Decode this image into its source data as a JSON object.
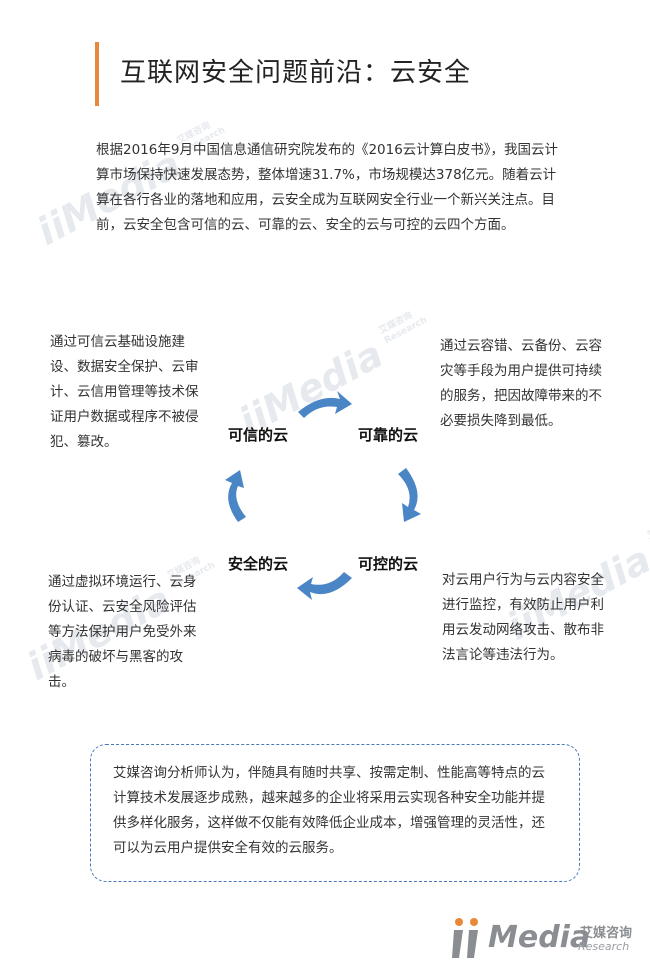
{
  "page": {
    "title": "互联网安全问题前沿：云安全",
    "intro": "根据2016年9月中国信息通信研究院发布的《2016云计算白皮书》，我国云计算市场保持快速发展态势，整体增速31.7%，市场规模达378亿元。随着云计算在各行各业的落地和应用，云安全成为互联网安全行业一个新兴关注点。目前，云安全包含可信的云、可靠的云、安全的云与可控的云四个方面。"
  },
  "cycle": {
    "nodes": {
      "trusted": "可信的云",
      "reliable": "可靠的云",
      "controllable": "可控的云",
      "secure": "安全的云"
    },
    "descriptions": {
      "trusted": "通过可信云基础设施建设、数据安全保护、云审计、云信用管理等技术保证用户数据或程序不被侵犯、篡改。",
      "reliable": "通过云容错、云备份、云容灾等手段为用户提供可持续的服务，把因故障带来的不必要损失降到最低。",
      "secure": "通过虚拟环境运行、云身份认证、云安全风险评估等方法保护用户免受外来病毒的破坏与黑客的攻击。",
      "controllable": "对云用户行为与云内容安全进行监控，有效防止用户利用云发动网络攻击、散布非法言论等违法行为。"
    },
    "arrow_color": "#4a86c5"
  },
  "note": {
    "text": "艾媒咨询分析师认为，伴随具有随时共享、按需定制、性能高等特点的云计算技术发展逐步成熟，越来越多的企业将采用云实现各种安全功能并提供多样化服务，这样做不仅能有效降低企业成本，增强管理的灵活性，还可以为云用户提供安全有效的云服务。"
  },
  "branding": {
    "logo_wordmark": "iiMedia",
    "logo_cn": "艾媒咨询",
    "logo_en": "Research",
    "accent_color": "#e8893a"
  }
}
